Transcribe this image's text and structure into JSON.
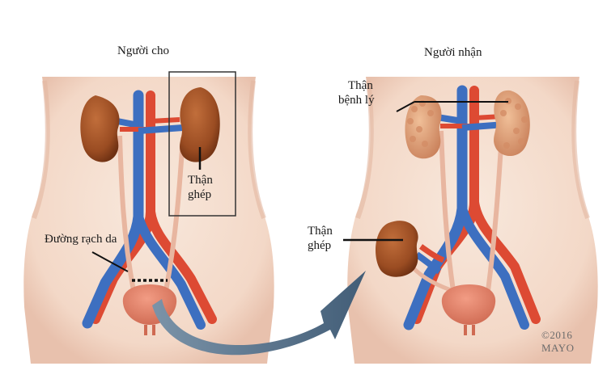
{
  "labels": {
    "donor_title": "Người cho",
    "recipient_title": "Người nhận",
    "donor_graft_line1": "Thận",
    "donor_graft_line2": "ghép",
    "incision": "Đường rạch da",
    "diseased_line1": "Thận",
    "diseased_line2": "bệnh lý",
    "recipient_graft_line1": "Thận",
    "recipient_graft_line2": "ghép"
  },
  "copyright": {
    "year_line": "©2016",
    "org_line": "MAYO"
  },
  "colors": {
    "skin": "#f6e1d3",
    "skin_shadow": "#e9c2ae",
    "kidney": "#a5562a",
    "kidney_dark": "#7a3815",
    "diseased_kidney": "#e3a57a",
    "artery": "#dd4a33",
    "vein": "#3d6fc0",
    "ureter": "#e8b6a0",
    "bladder": "#e6836c",
    "arrow": "#4e6a82",
    "label_line": "#111111"
  }
}
